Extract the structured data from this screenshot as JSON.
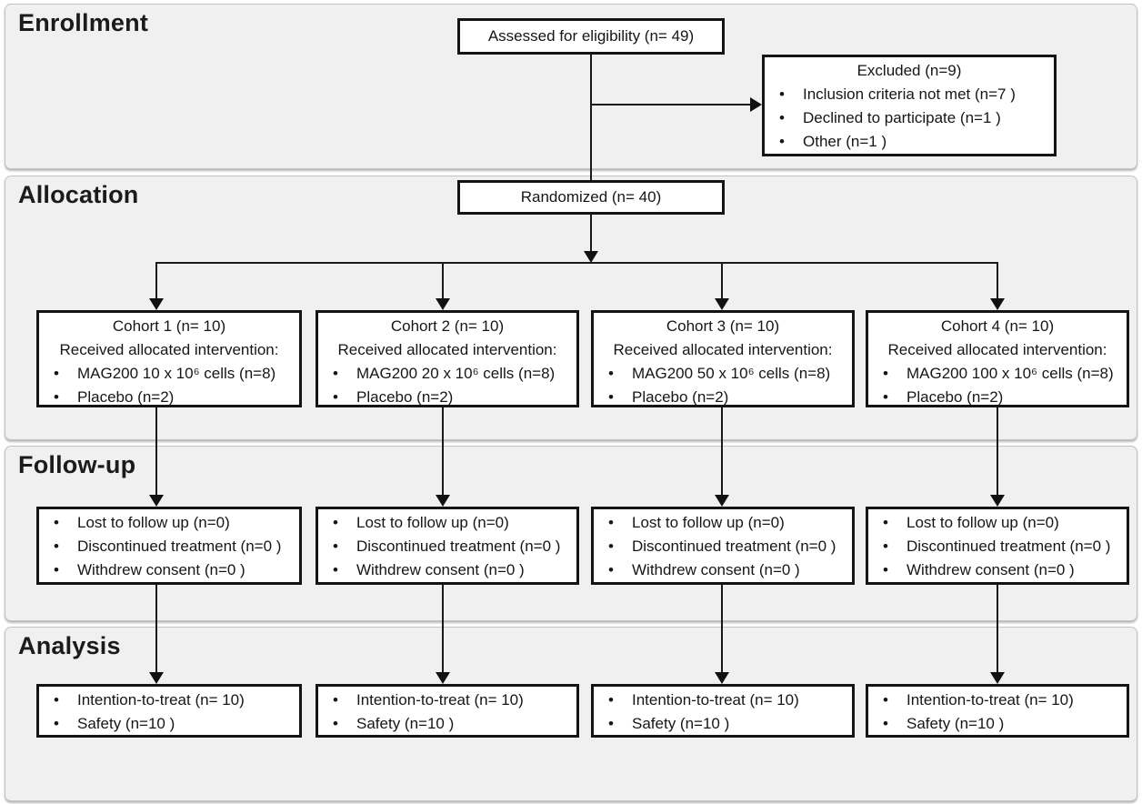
{
  "bands": [
    {
      "label": "Enrollment"
    },
    {
      "label": "Allocation"
    },
    {
      "label": "Follow-up"
    },
    {
      "label": "Analysis"
    }
  ],
  "glyphs": {
    "bullet": "•"
  },
  "colors": {
    "band_fill": "#f0f0f0",
    "box_border": "#141414",
    "line": "#1a1a1a"
  },
  "flow": {
    "assessed": {
      "text": "Assessed for eligibility (n= 49)"
    },
    "excluded": {
      "title": "Excluded (n=9)",
      "items": [
        "Inclusion criteria not met (n=7 )",
        "Declined to participate (n=1 )",
        "Other (n=1 )"
      ]
    },
    "randomized": {
      "text": "Randomized (n= 40)"
    },
    "cohorts": [
      {
        "title": "Cohort 1 (n= 10)",
        "subtitle": "Received allocated intervention:",
        "items": [
          "MAG200 10 x 10⁶ cells (n=8)",
          "Placebo (n=2)"
        ]
      },
      {
        "title": "Cohort 2 (n= 10)",
        "subtitle": "Received allocated intervention:",
        "items": [
          "MAG200 20 x 10⁶ cells (n=8)",
          "Placebo (n=2)"
        ]
      },
      {
        "title": "Cohort 3 (n= 10)",
        "subtitle": "Received allocated intervention:",
        "items": [
          "MAG200 50 x 10⁶ cells (n=8)",
          "Placebo (n=2)"
        ]
      },
      {
        "title": "Cohort 4 (n= 10)",
        "subtitle": "Received allocated intervention:",
        "items": [
          "MAG200 100 x 10⁶ cells (n=8)",
          "Placebo (n=2)"
        ]
      }
    ],
    "followup": {
      "items": [
        "Lost to follow up (n=0)",
        "Discontinued treatment (n=0 )",
        "Withdrew consent (n=0 )"
      ]
    },
    "analysis": {
      "items": [
        "Intention-to-treat (n= 10)",
        "Safety (n=10 )"
      ]
    }
  }
}
